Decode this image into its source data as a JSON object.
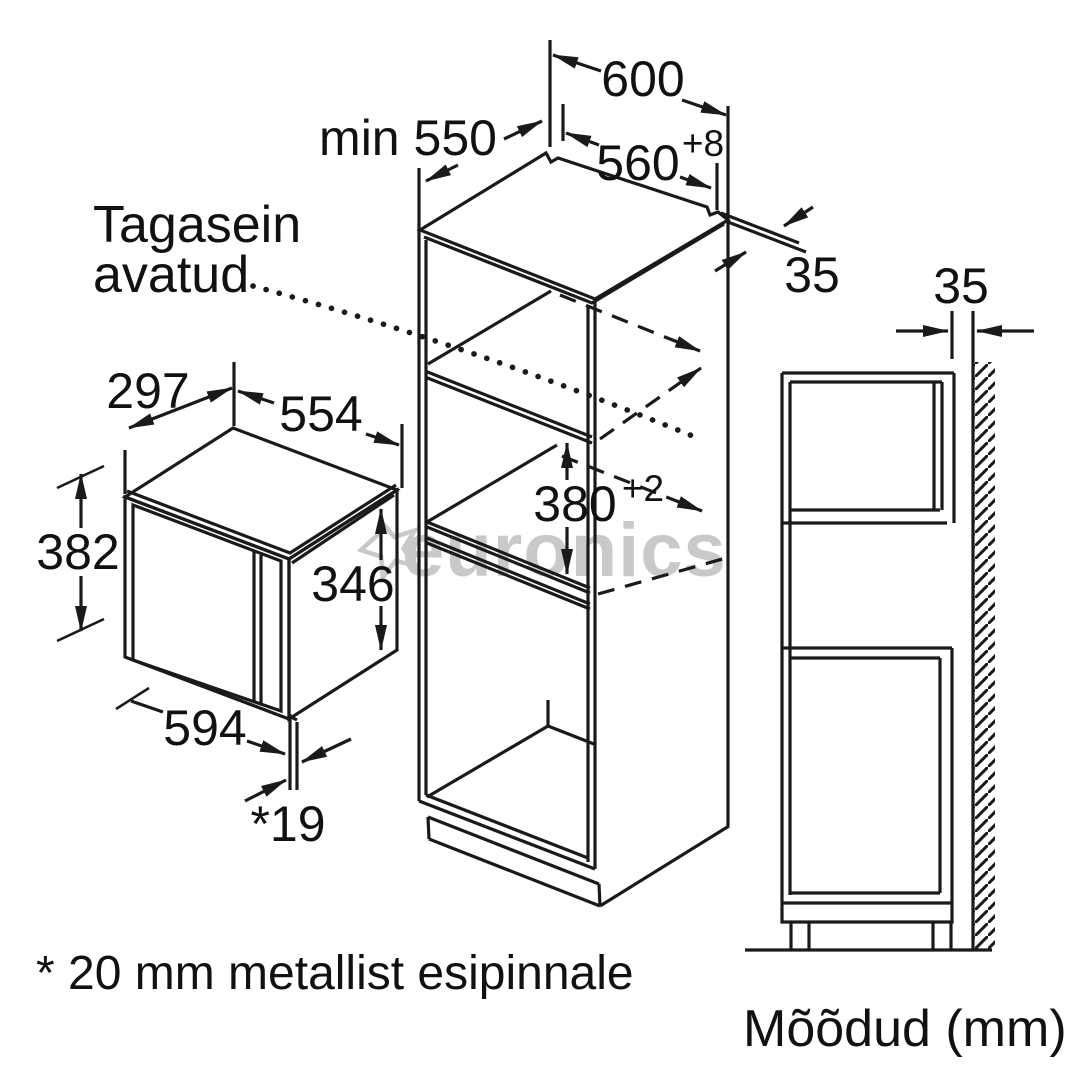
{
  "diagram": {
    "watermark": "euronics",
    "note": "* 20 mm metallist esipinnale",
    "units_label": "Mõõdud (mm)",
    "back_panel_label": {
      "line1": "Tagasein",
      "line2": "avatud"
    },
    "cabinet_dims": {
      "outer_width": "600",
      "inner_width": "560",
      "inner_width_tol": "+8",
      "min_depth": "min 550",
      "niche_height": "380",
      "niche_height_tol": "+2",
      "top_gap": "35",
      "wall_gap": "35"
    },
    "microwave_dims": {
      "depth": "297",
      "top_width": "554",
      "height": "382",
      "front_height": "346",
      "bottom_width": "594",
      "door_gap": "*19"
    },
    "colors": {
      "line": "#1a1a1a",
      "watermark": "#c9c9c9",
      "background": "#ffffff"
    }
  }
}
